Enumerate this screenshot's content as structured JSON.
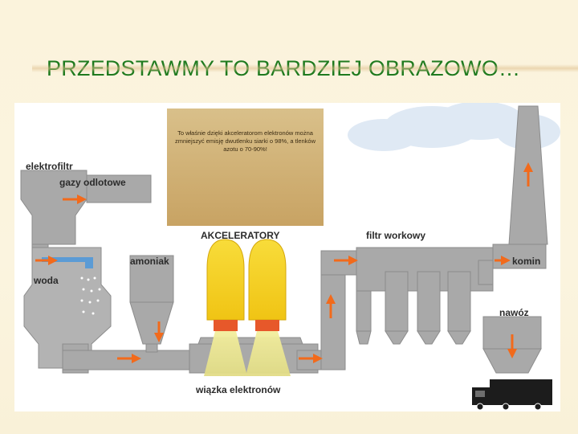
{
  "slide": {
    "title": "PRZEDSTAWMY TO BARDZIEJ OBRAZOWO…"
  },
  "diagram": {
    "note_text": "To właśnie dzięki akceleratorom elektronów można zmniejszyć emisję dwutlenku siarki o 98%, a tlenków azotu o 70-90%!",
    "labels": {
      "elektrofiltr": "elektrofiltr",
      "gazy_odlotowe": "gazy odlotowe",
      "woda": "woda",
      "amoniak": "amoniak",
      "akceleratory": "AKCELERATORY",
      "filtr_workowy": "filtr workowy",
      "komin": "komin",
      "nawoz": "nawóz",
      "wiazka_elektronow": "wiązka elektronów"
    },
    "colors": {
      "duct": "#a9a9a9",
      "duct_edge": "#8c8c8c",
      "arrow": "#f26a1b",
      "water": "#5b9bd5",
      "accelerator": "#f6d21e",
      "beam": "#e9e59a",
      "note_bg": "#cfae6e"
    },
    "icons": [
      "truck-icon",
      "cloud-icon"
    ]
  }
}
